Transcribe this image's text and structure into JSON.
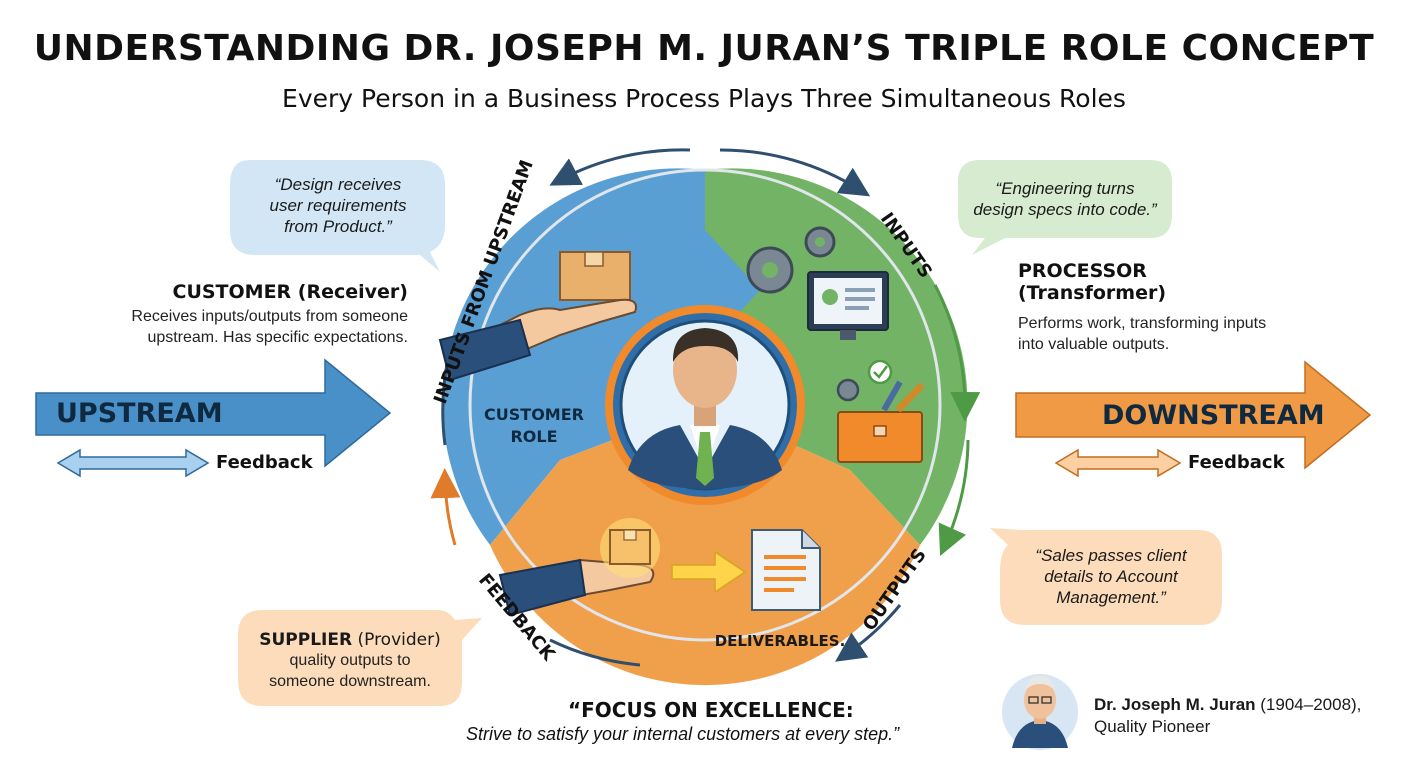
{
  "header": {
    "title": "UNDERSTANDING DR. JOSEPH M. JURAN’S TRIPLE ROLE CONCEPT",
    "subtitle": "Every Person in a Business Process Plays Three Simultaneous Roles"
  },
  "customer": {
    "title": "CUSTOMER (Receiver)",
    "desc_line1": "Receives inputs/outputs from someone",
    "desc_line2": "upstream. Has specific expectations.",
    "quote": [
      "“Design receives",
      "user requirements",
      "from Product.”"
    ],
    "circle_label": [
      "CUSTOMER",
      "ROLE"
    ],
    "color": "#5a9fd4"
  },
  "processor": {
    "title_line1": "PROCESSOR",
    "title_line2": "(Transformer)",
    "desc_line1": "Performs work, transforming inputs",
    "desc_line2": "into valuable outputs.",
    "quote": [
      "“Engineering turns",
      "design specs into code.”"
    ],
    "color": "#72b365"
  },
  "supplier": {
    "title_bold": "SUPPLIER",
    "title_rest": " (Provider)",
    "desc_line1": "quality outputs to",
    "desc_line2": "someone downstream.",
    "circle_label": "DELIVERABLES.",
    "color": "#f0a04b"
  },
  "sales_quote": [
    "“Sales passes client",
    "details to Account",
    "Management.”"
  ],
  "ring_labels": {
    "inputs_from_upstream": "INPUTS FROM UPSTREAM",
    "inputs": "INPUTS",
    "outputs": "OUTPUTS",
    "feedback": "FEEDBACK"
  },
  "upstream": {
    "label": "UPSTREAM",
    "feedback": "Feedback",
    "color": "#4a90c8"
  },
  "downstream": {
    "label": "DOWNSTREAM",
    "feedback": "Feedback",
    "color": "#f09a45"
  },
  "footer": {
    "quote_title": "“FOCUS ON EXCELLENCE:",
    "quote_body": "Strive to satisfy your internal customers at every step.”",
    "person_name": "Dr. Joseph M. Juran",
    "person_years": " (1904–2008),",
    "person_role": "Quality Pioneer"
  }
}
